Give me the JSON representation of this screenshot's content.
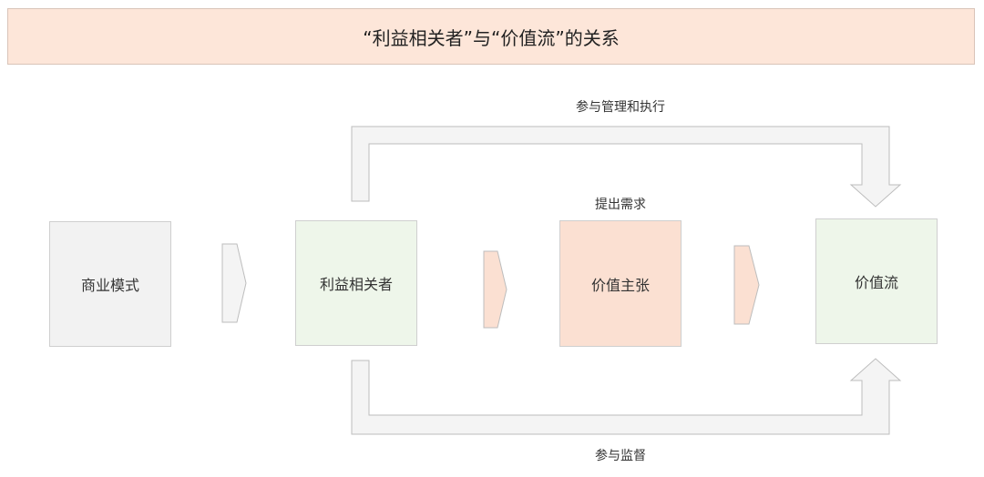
{
  "title": "“利益相关者”与“价值流”的关系",
  "nodes": {
    "business_model": "商业模式",
    "stakeholders": "利益相关者",
    "value_proposition": "价值主张",
    "value_stream": "价值流"
  },
  "labels": {
    "top_flow": "参与管理和执行",
    "raise_needs": "提出需求",
    "bottom_flow": "参与监督"
  },
  "colors": {
    "banner": "#fde6d9",
    "gray_node": "#f2f2f2",
    "green_node": "#eef6ea",
    "peach_node": "#fbe0d2",
    "connector": "#f4f4f4",
    "connector_stroke": "#bdbdbd"
  }
}
